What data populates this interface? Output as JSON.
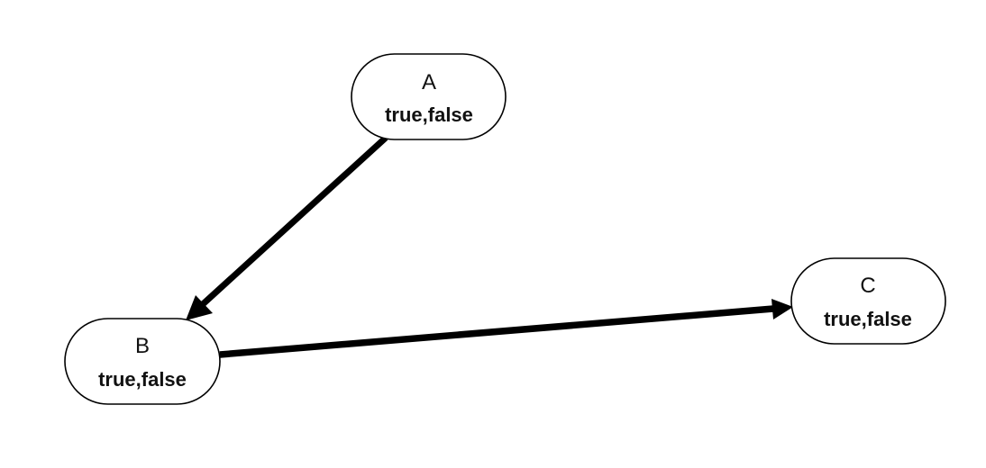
{
  "diagram": {
    "type": "directed-graph",
    "colors": {
      "background": "#ffffff",
      "node_fill": "#ffffff",
      "node_stroke": "#000000",
      "edge": "#000000",
      "text": "#111111"
    },
    "nodes": [
      {
        "id": "A",
        "label": "A",
        "states": "true,false"
      },
      {
        "id": "B",
        "label": "B",
        "states": "true,false"
      },
      {
        "id": "C",
        "label": "C",
        "states": "true,false"
      }
    ],
    "edges": [
      {
        "from": "A",
        "to": "B"
      },
      {
        "from": "B",
        "to": "C"
      }
    ]
  }
}
